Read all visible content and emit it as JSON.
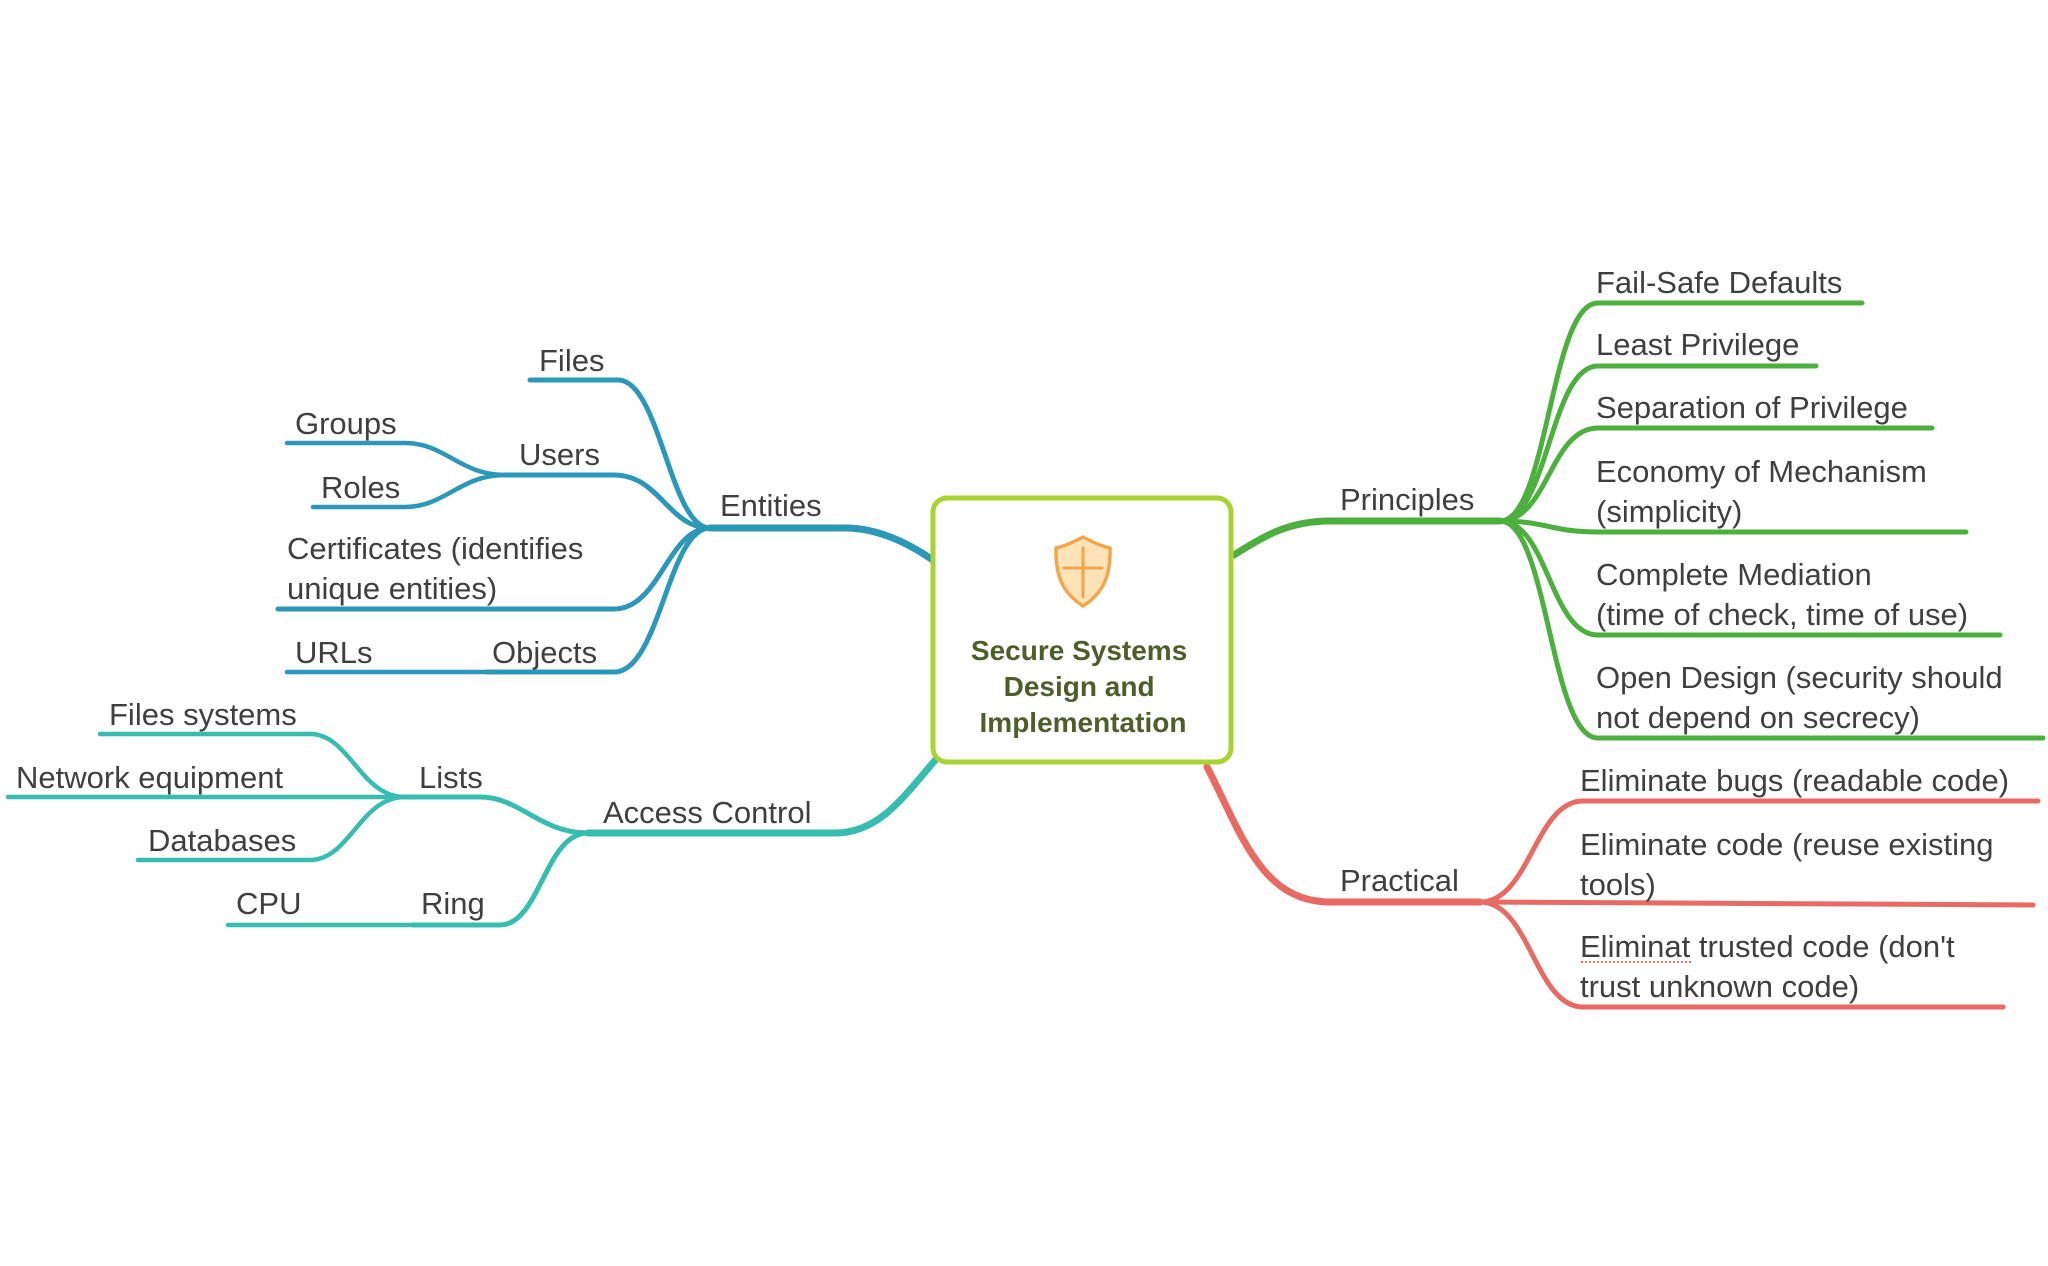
{
  "central": {
    "lines": [
      "Secure Systems",
      "Design and",
      "Implementation"
    ],
    "icon": "shield-icon"
  },
  "colors": {
    "entities": "#2b97b9",
    "access": "#36bdb0",
    "principles": "#4caf3e",
    "practical": "#e86a63",
    "centerBorder": "#a9d332",
    "shield": "#f3a54a",
    "shieldFill": "#fde3b7",
    "text": "#3f3f3f",
    "centerText": "#4d5e2a",
    "spell": "#e0443c"
  },
  "left": {
    "entities": {
      "label": "Entities",
      "children": {
        "files": "Files",
        "users": {
          "label": "Users",
          "groups": "Groups",
          "roles": "Roles"
        },
        "certificates": [
          "Certificates (identifies",
          "unique entities)"
        ],
        "objects": {
          "label": "Objects",
          "urls": "URLs"
        }
      }
    },
    "access_control": {
      "label": "Access Control",
      "children": {
        "lists": {
          "label": "Lists",
          "items": [
            "Files systems",
            "Network equipment",
            "Databases"
          ]
        },
        "ring": {
          "label": "Ring",
          "cpu": "CPU"
        }
      }
    }
  },
  "right": {
    "principles": {
      "label": "Principles",
      "items": {
        "fail_safe": [
          "Fail-Safe Defaults"
        ],
        "least_privilege": [
          "Least Privilege"
        ],
        "separation": [
          "Separation of Privilege"
        ],
        "economy": [
          "Economy of Mechanism",
          "(simplicity)"
        ],
        "complete_mediation": [
          "Complete Mediation",
          "(time of check, time of use)"
        ],
        "open_design": [
          "Open Design (security should",
          "not depend on secrecy)"
        ]
      }
    },
    "practical": {
      "label": "Practical",
      "items": {
        "bugs": [
          "Eliminate bugs (readable code)"
        ],
        "code": [
          "Eliminate code (reuse existing",
          "tools)"
        ],
        "trusted": [
          "Eliminat trusted code (don't",
          "trust unknown code)"
        ]
      }
    }
  }
}
